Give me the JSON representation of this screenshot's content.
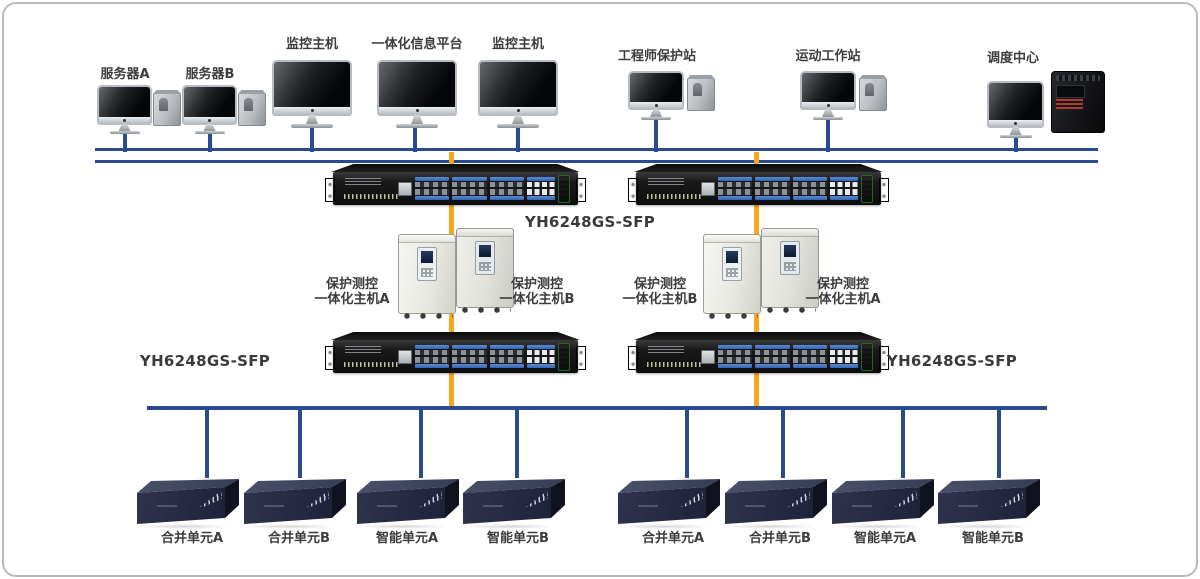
{
  "diagram": {
    "colors": {
      "bus_blue": "#2c4a90",
      "link_yellow": "#f6a81f"
    },
    "workstations": [
      {
        "label": "服务器A"
      },
      {
        "label": "服务器B"
      },
      {
        "label": "监控主机"
      },
      {
        "label": "一体化信息平台"
      },
      {
        "label": "监控主机"
      },
      {
        "label": "工程师保护站"
      },
      {
        "label": "运动工作站"
      },
      {
        "label": "调度中心"
      }
    ],
    "switch_labels": {
      "center": "YH6248GS-SFP",
      "lower_left": "YH6248GS-SFP",
      "lower_right": "YH6248GS-SFP"
    },
    "host_units": [
      {
        "line1": "保护测控",
        "line2": "一体化主机A"
      },
      {
        "line1": "保护测控",
        "line2": "一体化主机B"
      },
      {
        "line1": "保护测控",
        "line2": "一体化主机B"
      },
      {
        "line1": "保护测控",
        "line2": "一体化主机A"
      }
    ],
    "terminal_units": [
      {
        "label": "合并单元A"
      },
      {
        "label": "合并单元B"
      },
      {
        "label": "智能单元A"
      },
      {
        "label": "智能单元B"
      },
      {
        "label": "合并单元A"
      },
      {
        "label": "合并单元B"
      },
      {
        "label": "智能单元A"
      },
      {
        "label": "智能单元B"
      }
    ]
  }
}
